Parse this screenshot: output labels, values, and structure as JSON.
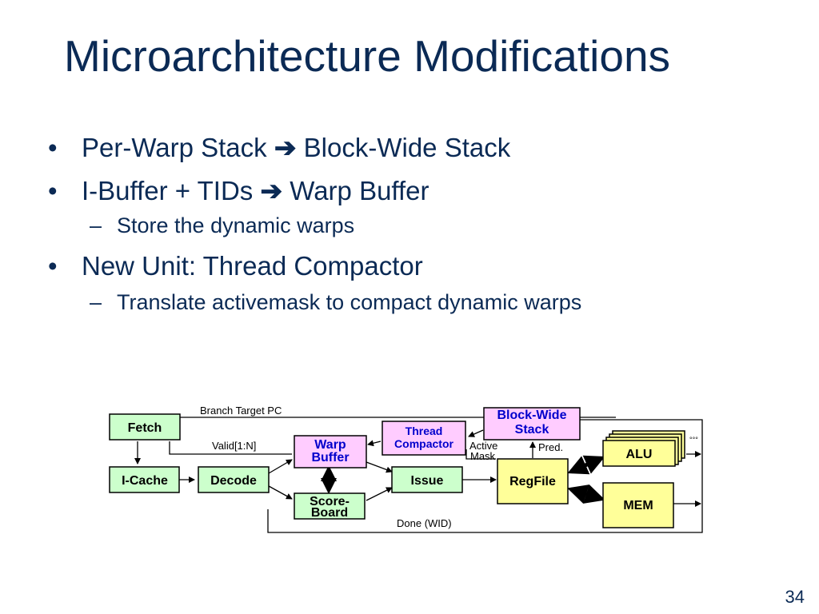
{
  "slide": {
    "title": "Microarchitecture Modifications",
    "page_number": "34"
  },
  "bullets": [
    {
      "text_before": "Per-Warp Stack ",
      "arrow": "➔",
      "text_after": " Block-Wide Stack"
    },
    {
      "text_before": "I-Buffer + TIDs ",
      "arrow": "➔",
      "text_after": " Warp Buffer",
      "sub": "Store the dynamic warps"
    },
    {
      "text": "New Unit: Thread Compactor",
      "sub": "Translate activemask to compact dynamic warps"
    }
  ],
  "diagram": {
    "blocks": {
      "fetch": "Fetch",
      "icache": "I-Cache",
      "decode": "Decode",
      "warp_buffer_1": "Warp",
      "warp_buffer_2": "Buffer",
      "scoreboard_1": "Score-",
      "scoreboard_2": "Board",
      "issue": "Issue",
      "thread_compactor_1": "Thread",
      "thread_compactor_2": "Compactor",
      "block_wide_stack_1": "Block-Wide",
      "block_wide_stack_2": "Stack",
      "regfile": "RegFile",
      "alu": "ALU",
      "mem": "MEM"
    },
    "labels": {
      "branch_target_pc": "Branch Target PC",
      "valid": "Valid[1:N]",
      "active_mask_1": "Active",
      "active_mask_2": "Mask",
      "pred": "Pred.",
      "done": "Done (WID)"
    },
    "colors": {
      "pipeline_block": "#ccffcc",
      "new_block": "#ffccff",
      "exec_block": "#ffff99",
      "new_block_text": "#0000cc"
    }
  }
}
